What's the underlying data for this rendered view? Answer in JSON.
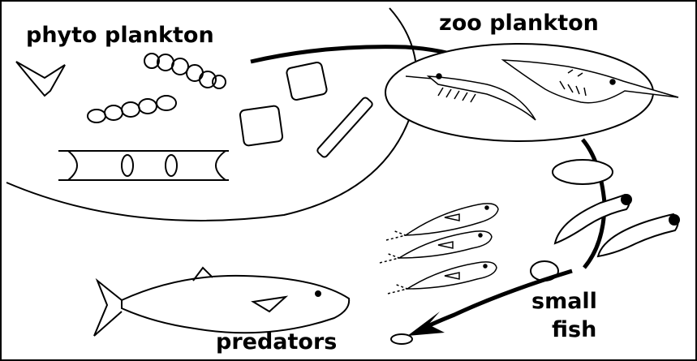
{
  "labels": {
    "phyto": "phyto plankton",
    "zoo": "zoo plankton",
    "small_fish_line1": "small",
    "small_fish_line2": "fish",
    "predators": "predators"
  },
  "colors": {
    "ink": "#000000",
    "paper": "#ffffff"
  }
}
